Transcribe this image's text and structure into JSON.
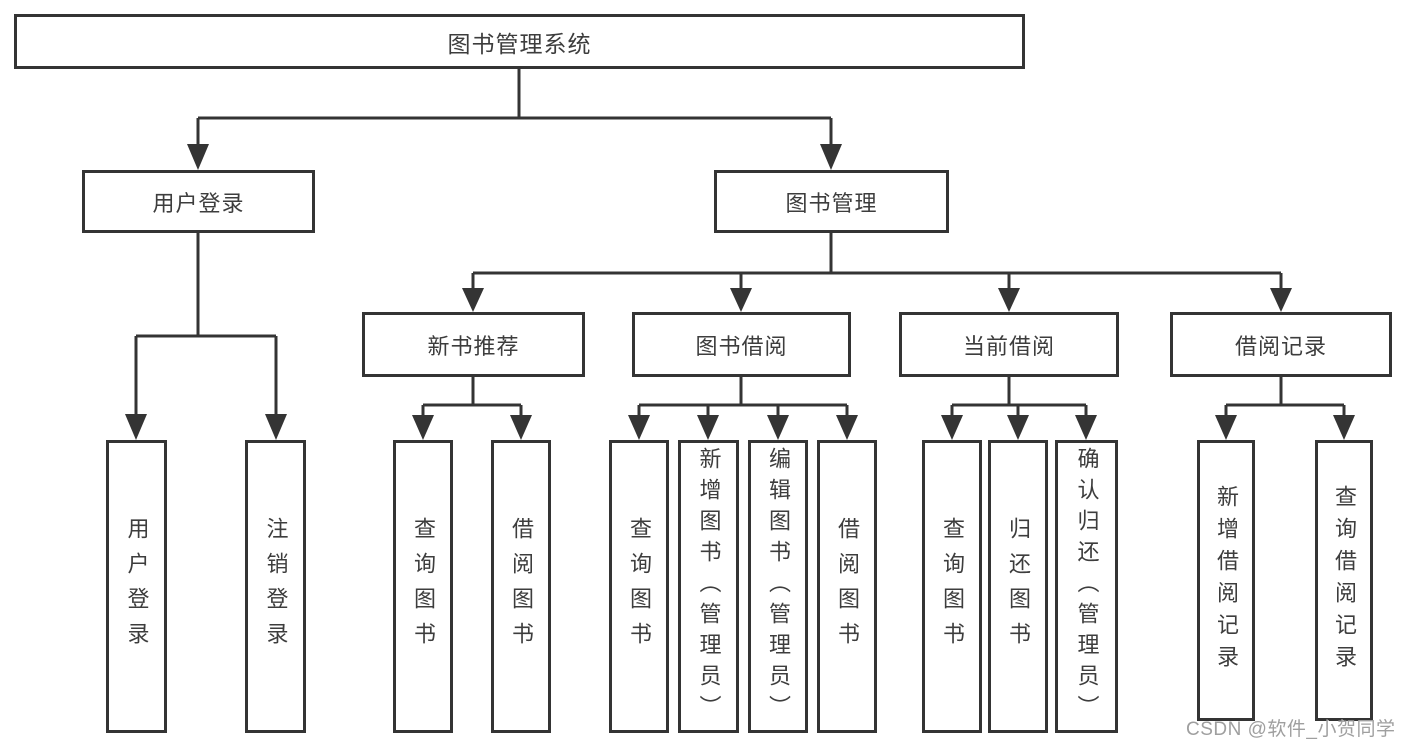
{
  "colors": {
    "background": "#ffffff",
    "line": "#343434",
    "box_border": "#343434",
    "text": "#3d3d3d",
    "watermark_text": "#9f9f9f"
  },
  "diagram": {
    "root": {
      "label": "图书管理系统",
      "children": [
        {
          "label": "用户登录",
          "children": [
            {
              "label": "用户登录"
            },
            {
              "label": "注销登录"
            }
          ]
        },
        {
          "label": "图书管理",
          "children": [
            {
              "label": "新书推荐",
              "children": [
                {
                  "label": "查询图书"
                },
                {
                  "label": "借阅图书"
                }
              ]
            },
            {
              "label": "图书借阅",
              "children": [
                {
                  "label": "查询图书"
                },
                {
                  "label": "新增图书（管理员）"
                },
                {
                  "label": "编辑图书（管理员）"
                },
                {
                  "label": "借阅图书"
                }
              ]
            },
            {
              "label": "当前借阅",
              "children": [
                {
                  "label": "查询图书"
                },
                {
                  "label": "归还图书"
                },
                {
                  "label": "确认归还（管理员）"
                }
              ]
            },
            {
              "label": "借阅记录",
              "children": [
                {
                  "label": "新增借阅记录"
                },
                {
                  "label": "查询借阅记录"
                }
              ]
            }
          ]
        }
      ]
    },
    "watermark": "CSDN @软件_小贺同学"
  }
}
